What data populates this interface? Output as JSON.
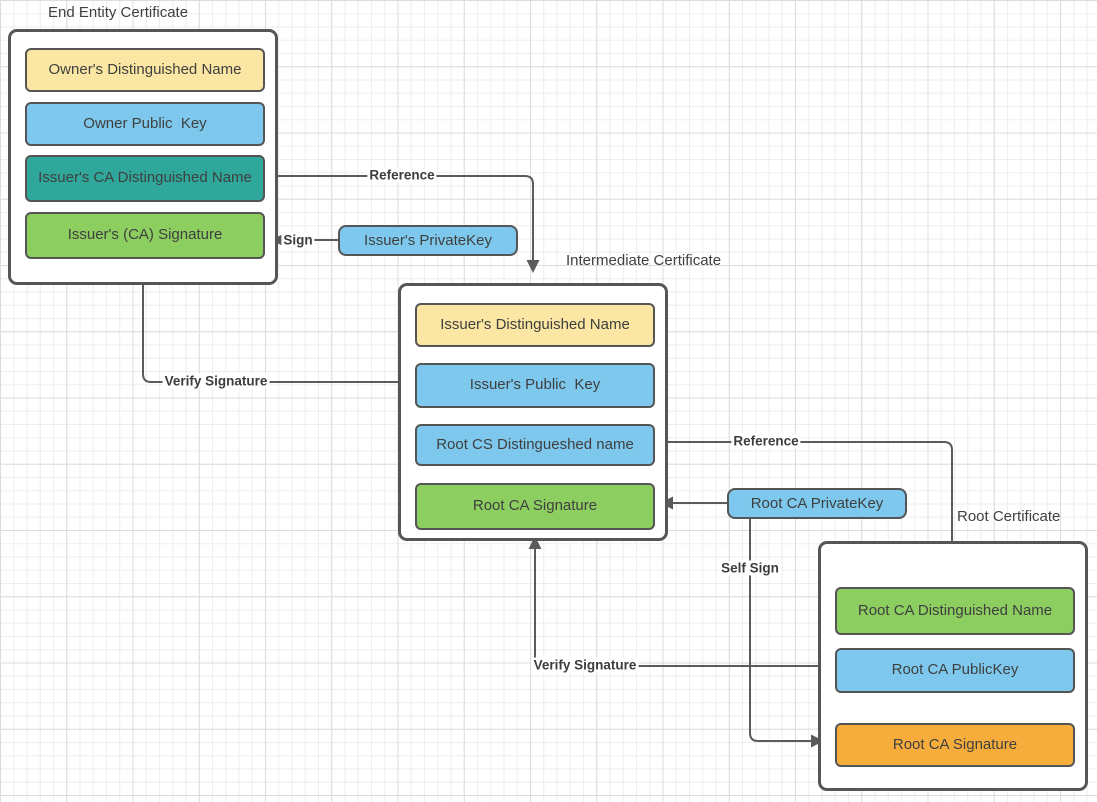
{
  "diagram": {
    "certificates": [
      {
        "id": "end_entity",
        "title": "End Entity Certificate",
        "fields": [
          {
            "label": "Owner's Distinguished Name",
            "color": "yellow"
          },
          {
            "label": "Owner Public  Key",
            "color": "blue"
          },
          {
            "label": "Issuer's CA Distinguished Name",
            "color": "teal"
          },
          {
            "label": "Issuer's (CA) Signature",
            "color": "green"
          }
        ]
      },
      {
        "id": "intermediate",
        "title": "Intermediate Certificate",
        "fields": [
          {
            "label": "Issuer's Distinguished Name",
            "color": "yellow"
          },
          {
            "label": "Issuer's Public  Key",
            "color": "blue"
          },
          {
            "label": "Root CS Distingueshed name",
            "color": "blue"
          },
          {
            "label": "Root CA Signature",
            "color": "green"
          }
        ]
      },
      {
        "id": "root",
        "title": "Root Certificate",
        "fields": [
          {
            "label": "Root CA Distinguished Name",
            "color": "green"
          },
          {
            "label": "Root CA PublicKey",
            "color": "blue"
          },
          {
            "label": "Root CA Signature",
            "color": "orange"
          }
        ]
      }
    ],
    "keys": [
      {
        "id": "issuer_private_key",
        "label": "Issuer's PrivateKey",
        "color": "blue"
      },
      {
        "id": "root_ca_private_key",
        "label": "Root CA PrivateKey",
        "color": "blue"
      }
    ],
    "connector_labels": {
      "reference_top": "Reference",
      "sign": "Sign",
      "verify_signature_left": "Verify Signature",
      "reference_right": "Reference",
      "self_sign": "Self Sign",
      "verify_signature_bottom": "Verify Signature"
    }
  },
  "colors": {
    "yellow": "#FBE7A3",
    "blue": "#7DC8EC",
    "teal": "#2FA89B",
    "green": "#8CCE5F",
    "orange": "#F6AD3C",
    "box_border": "#555555",
    "connector": "#5B5B5B",
    "text": "#3F3F3F"
  }
}
